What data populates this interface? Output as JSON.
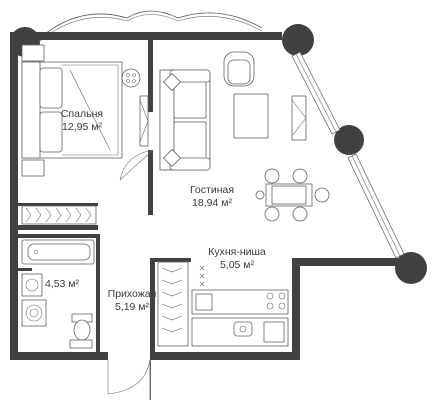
{
  "rooms": [
    {
      "id": "bedroom",
      "name": "Спальня",
      "area": "12,95 м²"
    },
    {
      "id": "living",
      "name": "Гостиная",
      "area": "18,94 м²"
    },
    {
      "id": "kitchen",
      "name": "Кухня-ниша",
      "area": "5,05 м²"
    },
    {
      "id": "hall",
      "name": "Прихожая",
      "area": "5,19 м²"
    },
    {
      "id": "bath",
      "name": "",
      "area": "4,53 м²"
    }
  ],
  "colors": {
    "walls": "#3f4143",
    "lines": "#56595c",
    "background": "#ffffff"
  }
}
